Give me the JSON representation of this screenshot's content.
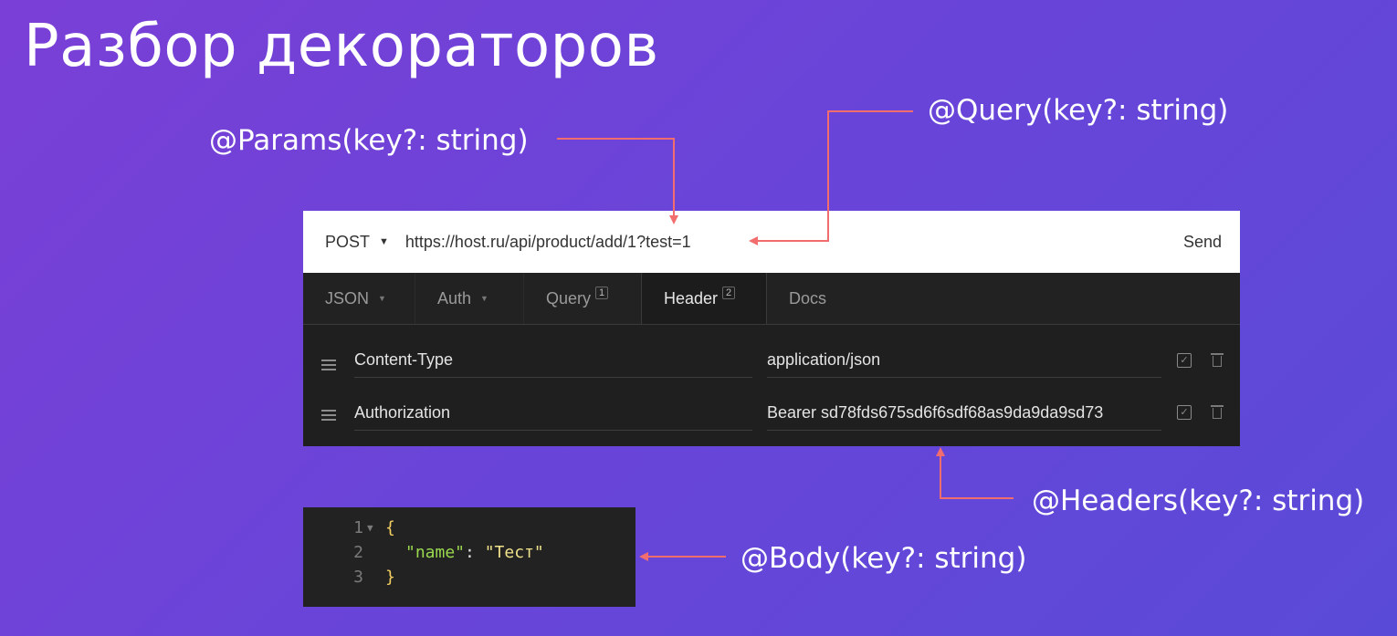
{
  "title": "Разбор декораторов",
  "annotations": {
    "params": "@Params(key?: string)",
    "query": "@Query(key?: string)",
    "headers": "@Headers(key?: string)",
    "body": "@Body(key?: string)"
  },
  "request": {
    "method": "POST",
    "url": "https://host.ru/api/product/add/1?test=1",
    "send_label": "Send"
  },
  "tabs": [
    {
      "label": "JSON",
      "has_dropdown": true,
      "badge": ""
    },
    {
      "label": "Auth",
      "has_dropdown": true,
      "badge": ""
    },
    {
      "label": "Query",
      "has_dropdown": false,
      "badge": "1"
    },
    {
      "label": "Header",
      "has_dropdown": false,
      "badge": "2",
      "active": true
    },
    {
      "label": "Docs",
      "has_dropdown": false,
      "badge": ""
    }
  ],
  "headers": [
    {
      "name": "Content-Type",
      "value": "application/json"
    },
    {
      "name": "Authorization",
      "value": "Bearer sd78fds675sd6f6sdf68as9da9da9sd73"
    }
  ],
  "body_code": {
    "lines": [
      "1",
      "2",
      "3"
    ],
    "open_brace": "{",
    "key": "\"name\"",
    "colon": ": ",
    "value": "\"Тест\"",
    "close_brace": "}"
  },
  "colors": {
    "arrow": "#f26d6d",
    "background_start": "#7a3fd6",
    "background_end": "#5a4ad8"
  }
}
